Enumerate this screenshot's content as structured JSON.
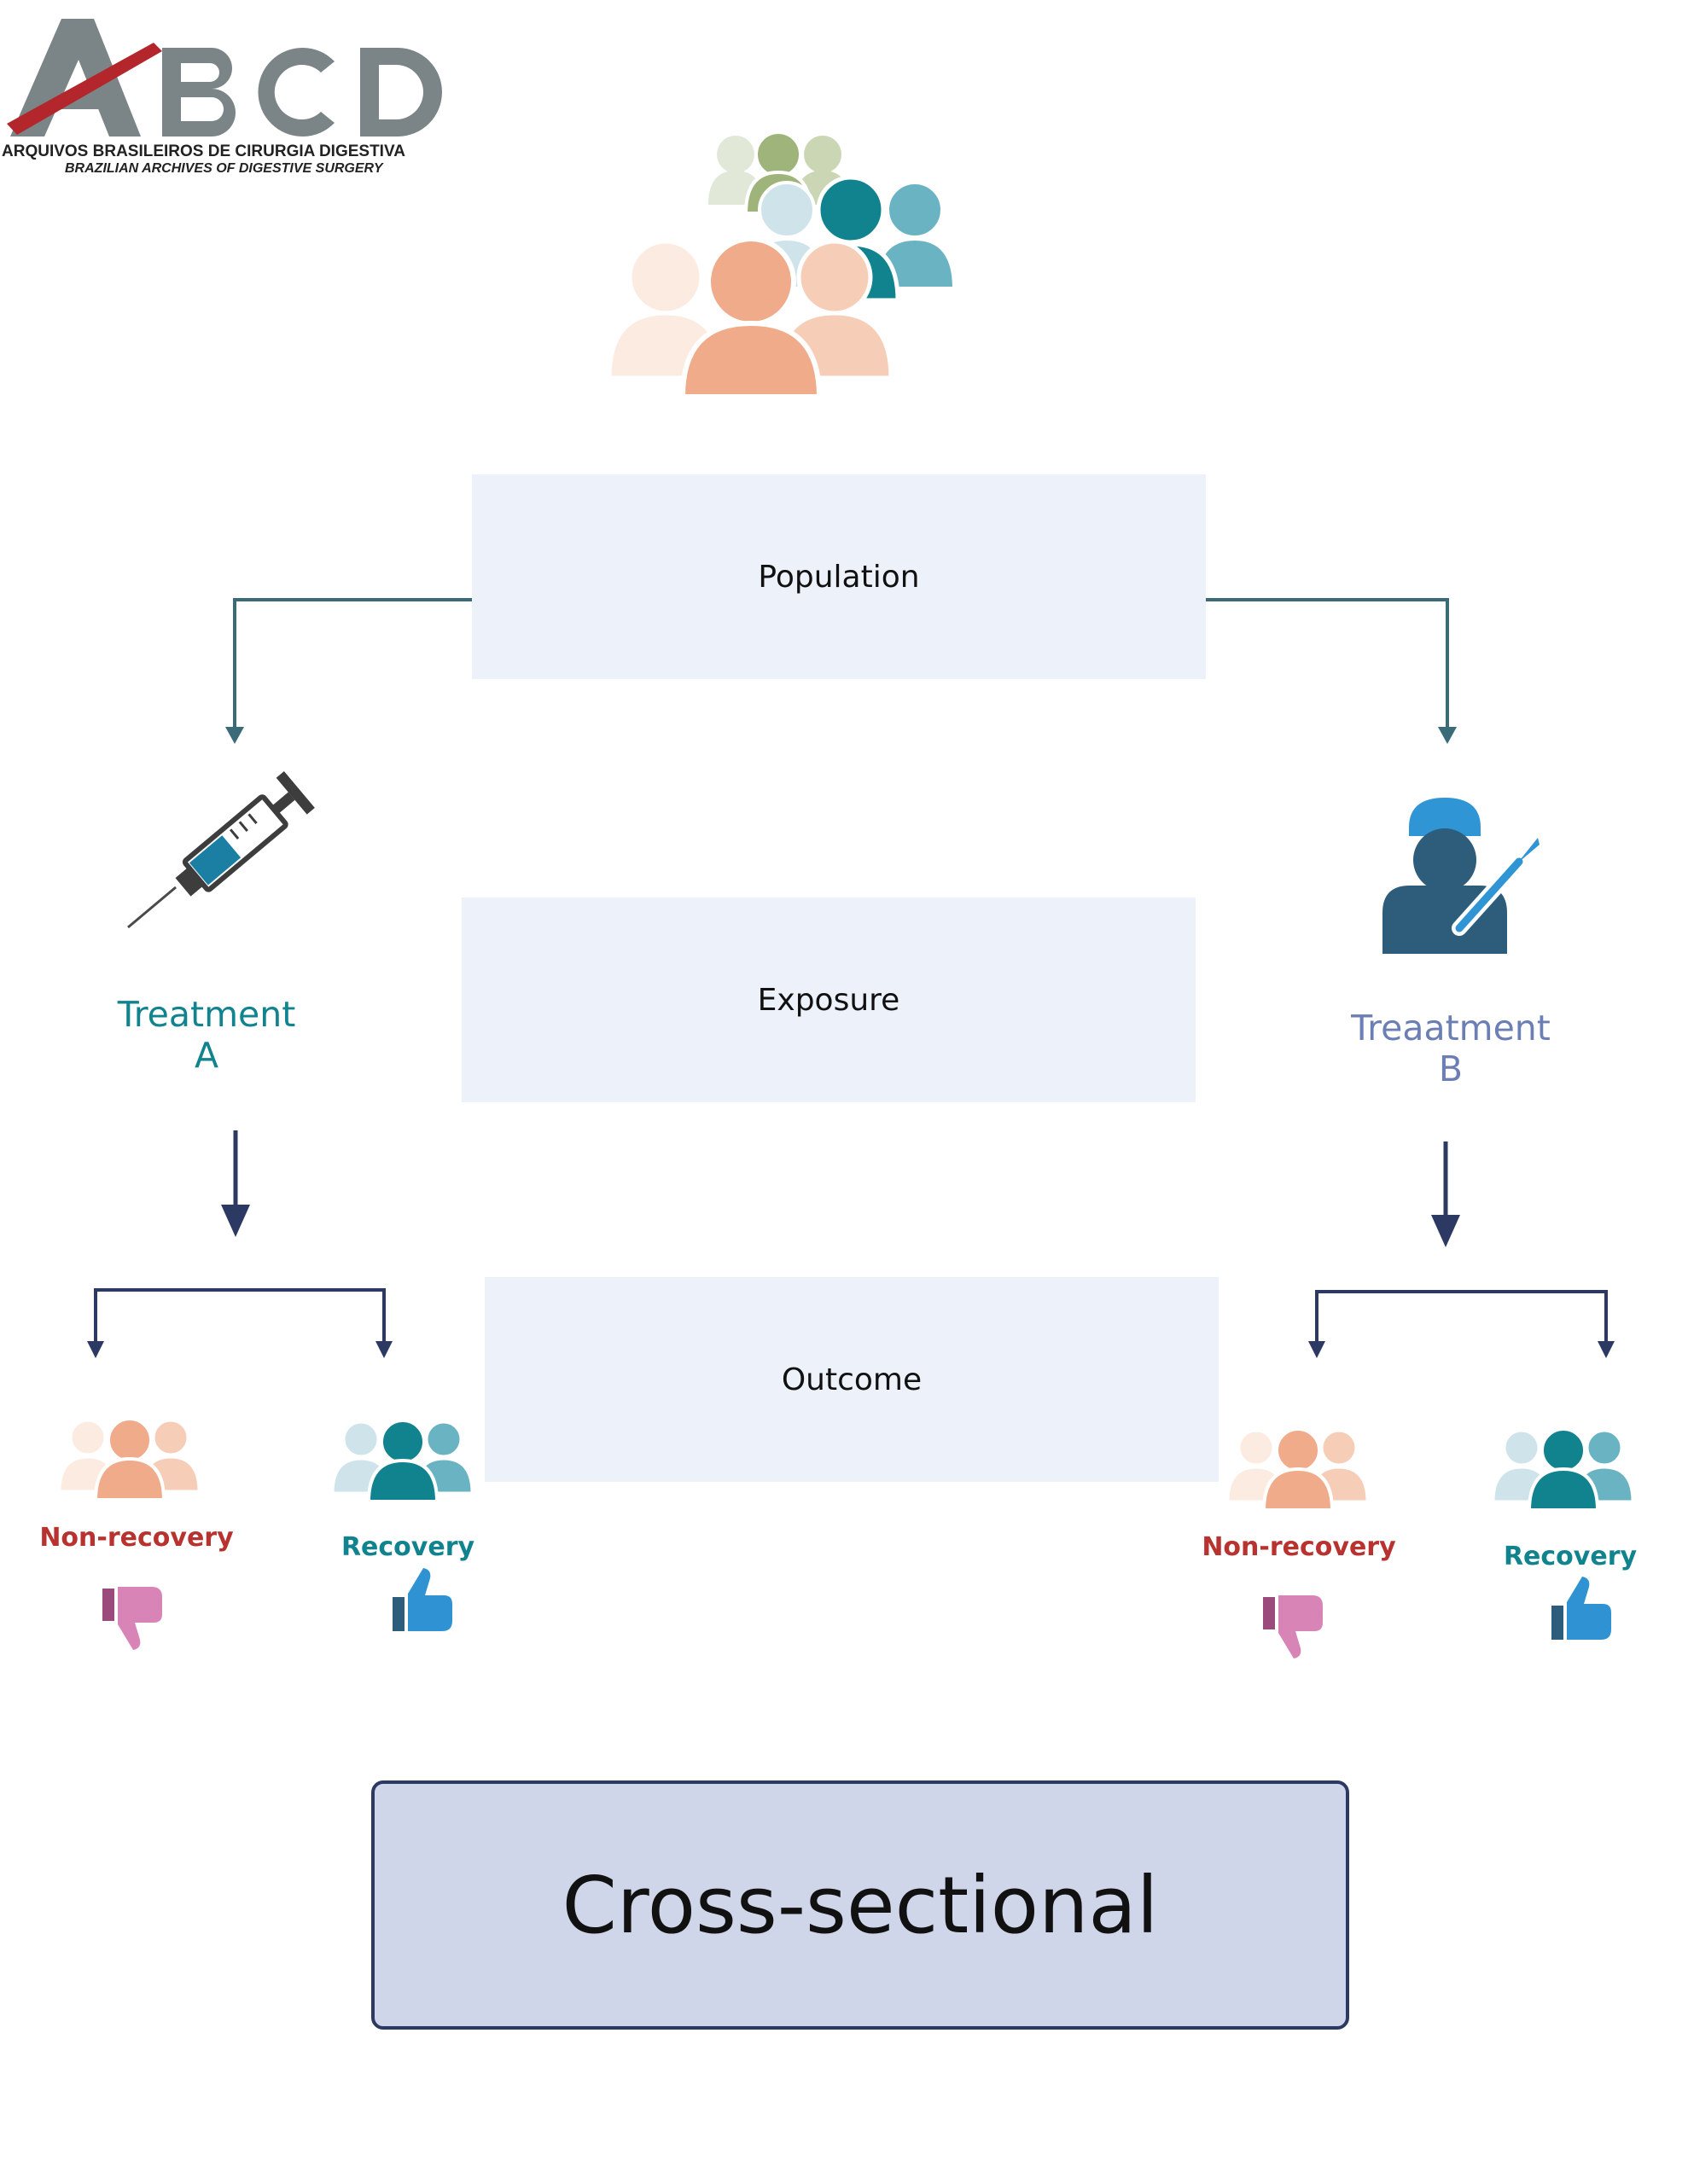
{
  "logo": {
    "letters": "ABCD",
    "line1": "ARQUIVOS BRASILEIROS DE CIRURGIA DIGESTIVA",
    "line2": "BRAZILIAN ARCHIVES OF DIGESTIVE SURGERY"
  },
  "stages": {
    "population": "Population",
    "exposure": "Exposure",
    "outcome": "Outcome"
  },
  "branches": {
    "left": {
      "treatment_line1": "Treatment",
      "treatment_line2": "A",
      "icon": "syringe-icon",
      "color": "#10838f",
      "non_recovery_label": "Non-recovery",
      "recovery_label": "Recovery"
    },
    "right": {
      "treatment_line1": "Treaatment",
      "treatment_line2": "B",
      "icon": "surgeon-icon",
      "color": "#6c7fb5",
      "non_recovery_label": "Non-recovery",
      "recovery_label": "Recovery"
    }
  },
  "colors": {
    "stage_box": "#ecf1fa",
    "arrow_population": "#3b6a78",
    "arrow_outcome": "#2c3a63",
    "non_recovery_text": "#b8322f",
    "recovery_text": "#10838f",
    "thumb_down": "#d884b6",
    "thumb_up": "#2f93d3",
    "design_box": "#cfd6e9"
  },
  "study_design": "Cross-sectional"
}
